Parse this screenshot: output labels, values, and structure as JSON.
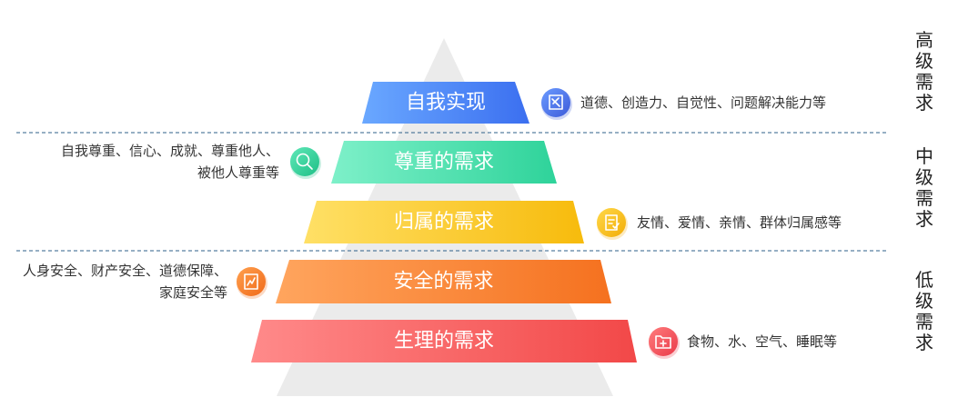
{
  "tiers": [
    {
      "label": "自我实现",
      "description_lines": [
        "道德、创造力、自觉性、问题解决能力等"
      ],
      "icon": "flag-icon",
      "side": "right",
      "color_start": "#6aa8ff",
      "color_end": "#3b6ff0",
      "icon_color_start": "#6b9bff",
      "icon_color_end": "#3d5bd9"
    },
    {
      "label": "尊重的需求",
      "description_lines": [
        "自我尊重、信心、成就、尊重他人、",
        "被他人尊重等"
      ],
      "icon": "search-icon",
      "side": "left",
      "color_start": "#7ef0c9",
      "color_end": "#2ed39a",
      "icon_color_start": "#5fe8b8",
      "icon_color_end": "#1fbf86"
    },
    {
      "label": "归属的需求",
      "description_lines": [
        "友情、爱情、亲情、群体归属感等"
      ],
      "icon": "checklist-icon",
      "side": "right",
      "color_start": "#ffe066",
      "color_end": "#f7bb0c",
      "icon_color_start": "#ffd84a",
      "icon_color_end": "#f2ad06"
    },
    {
      "label": "安全的需求",
      "description_lines": [
        "人身安全、财产安全、道德保障、",
        "家庭安全等"
      ],
      "icon": "chart-icon",
      "side": "left",
      "color_start": "#ffa55e",
      "color_end": "#f5711f",
      "icon_color_start": "#ffa04f",
      "icon_color_end": "#f06a19"
    },
    {
      "label": "生理的需求",
      "description_lines": [
        "食物、水、空气、睡眠等"
      ],
      "icon": "folder-add-icon",
      "side": "right",
      "color_start": "#ff8a8a",
      "color_end": "#f24848",
      "icon_color_start": "#ff7c7c",
      "icon_color_end": "#ea3a4a"
    }
  ],
  "levels": [
    {
      "label": "高级需求",
      "chars": [
        "高",
        "级",
        "需",
        "求"
      ]
    },
    {
      "label": "中级需求",
      "chars": [
        "中",
        "级",
        "需",
        "求"
      ]
    },
    {
      "label": "低级需求",
      "chars": [
        "低",
        "级",
        "需",
        "求"
      ]
    }
  ],
  "colors": {
    "background_triangle": "#ebebeb",
    "divider": "#2d5f8a",
    "text": "#333333"
  }
}
